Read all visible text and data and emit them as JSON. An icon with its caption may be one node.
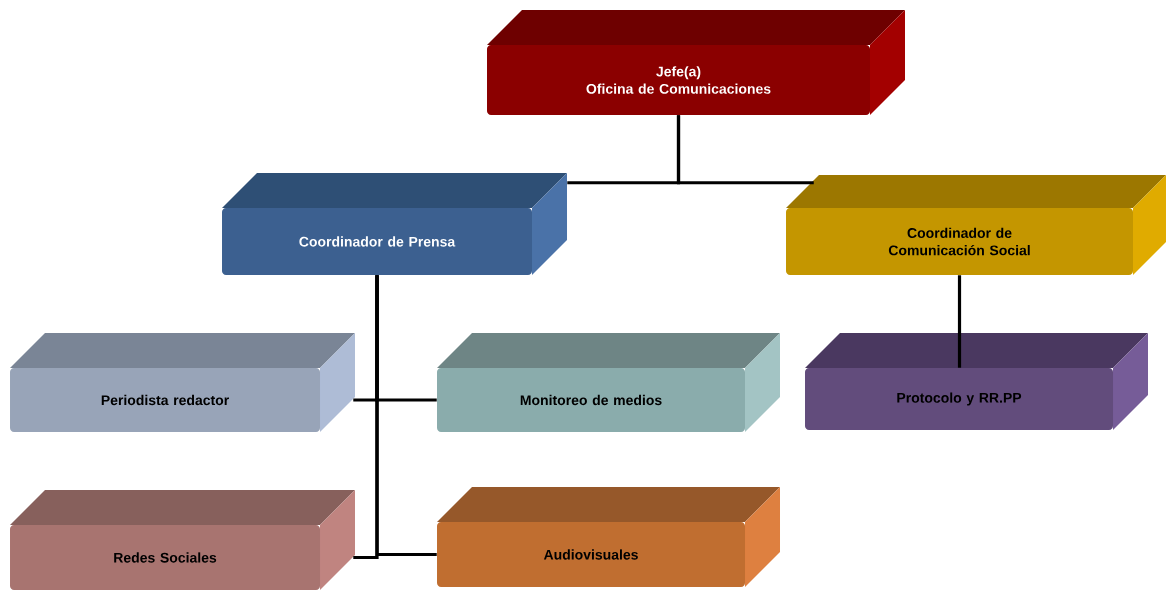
{
  "diagram": {
    "nodes": [
      {
        "text": [
          "Jefe(a)",
          "Oficina de Comunicaciones"
        ]
      },
      {
        "text": [
          "Coordinador de Prensa"
        ]
      },
      {
        "text": [
          "Coordinador de Comunicación Social"
        ]
      },
      {
        "text": [
          "Periodista redactor"
        ]
      },
      {
        "text": [
          "Monitoreo de medios"
        ]
      },
      {
        "text": [
          "Protocolo y RR.PP"
        ]
      },
      {
        "text": [
          "Redes Sociales"
        ]
      },
      {
        "text": [
          "Audiovisuales"
        ]
      }
    ],
    "edges": [
      {
        "from": 0,
        "to": 1,
        "arrow": "none"
      },
      {
        "from": 0,
        "to": 2,
        "arrow": "none"
      },
      {
        "from": 2,
        "to": 5,
        "arrow": "none"
      },
      {
        "from": 1,
        "to": 3,
        "arrow": "none"
      },
      {
        "from": 1,
        "to": 4,
        "arrow": "none"
      },
      {
        "from": 1,
        "to": 6,
        "arrow": "none"
      },
      {
        "from": 1,
        "to": 7,
        "arrow": "none"
      }
    ]
  }
}
